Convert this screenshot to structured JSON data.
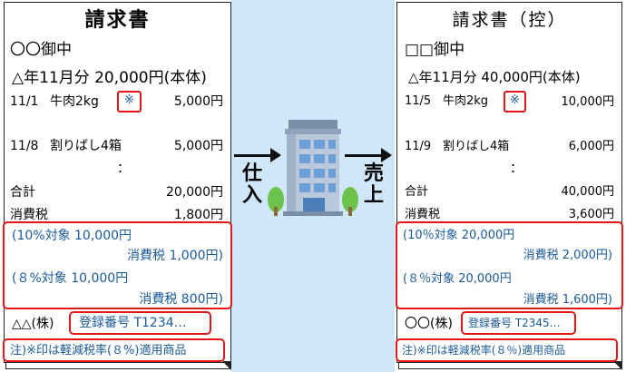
{
  "left": {
    "title": "請求書",
    "addressee": "〇〇御中",
    "period": "△年11月分  20,000円(本体)",
    "item1_date": "11/1",
    "item1_name": "牛肉2kg",
    "item1_mark": "※",
    "item1_amount": "5,000円",
    "item2_date": "11/8",
    "item2_name": "割りばし4箱",
    "item2_amount": "5,000円",
    "ellipsis": "：",
    "total_label": "合計",
    "total_amount": "20,000円",
    "tax_label": "消費税",
    "tax_amount": "1,800円",
    "r10_line": "(10%対象  10,000円",
    "r10_tax": "消費税  1,000円)",
    "r8_line": "(８%対象  10,000円",
    "r8_tax": "消費税      800円)",
    "company": "△△(株)",
    "reg_no": "登録番号  T1234…",
    "note": "注)※印は軽減税率(８%)適用商品"
  },
  "right": {
    "title": "請求書（控）",
    "addressee": "□□御中",
    "period": "△年11月分  40,000円(本体)",
    "item1_date": "11/5",
    "item1_name": "牛肉2kg",
    "item1_mark": "※",
    "item1_amount": "10,000円",
    "item2_date": "11/9",
    "item2_name": "割りばし4箱",
    "item2_amount": "6,000円",
    "ellipsis": "：",
    "total_label": "合計",
    "total_amount": "40,000円",
    "tax_label": "消費税",
    "tax_amount": "3,600円",
    "r10_line": "(10％対象  20,000円",
    "r10_tax": "消費税  2,000円)",
    "r8_line": "(８％対象  20,000円",
    "r8_tax": "消費税  1,600円)",
    "company": "〇〇(株)",
    "reg_no": "登録番号  T2345…",
    "note": "注)※印は軽減税率(８％)適用商品"
  },
  "middle": {
    "purchase_label_1": "仕",
    "purchase_label_2": "入",
    "sales_label_1": "売",
    "sales_label_2": "上"
  }
}
